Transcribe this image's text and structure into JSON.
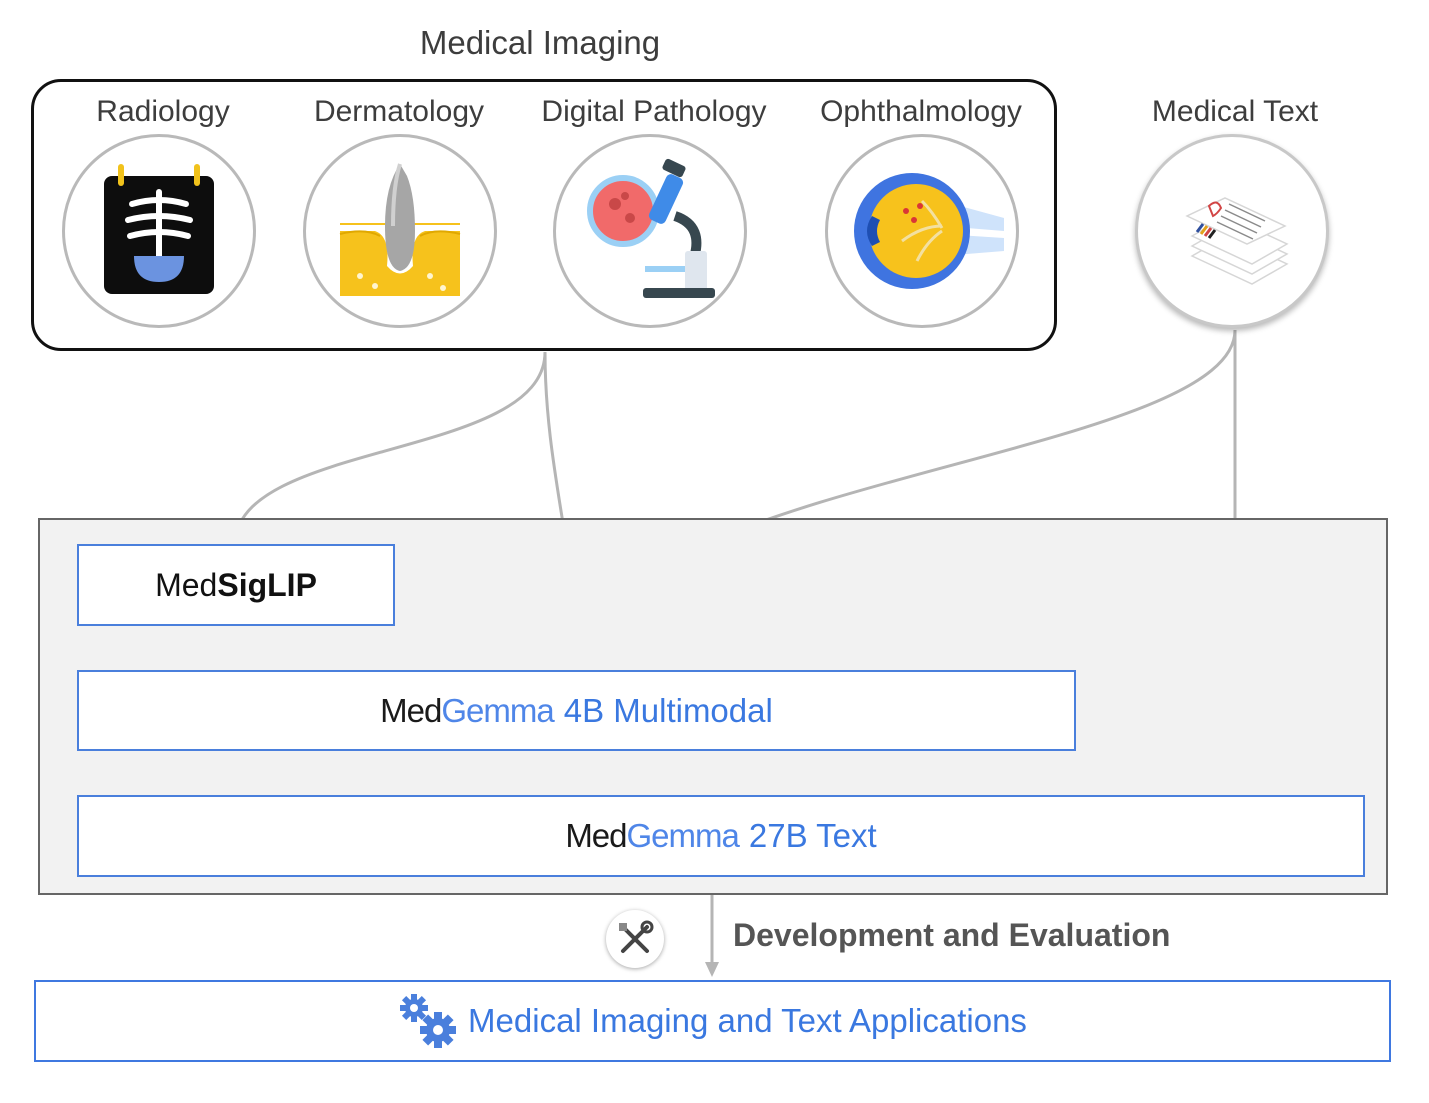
{
  "title": "Medical Imaging",
  "imaging_categories": [
    {
      "label": "Radiology",
      "icon": "xray-icon"
    },
    {
      "label": "Dermatology",
      "icon": "skin-icon"
    },
    {
      "label": "Digital Pathology",
      "icon": "microscope-icon"
    },
    {
      "label": "Ophthalmology",
      "icon": "eye-icon"
    }
  ],
  "text_source": {
    "label": "Medical Text",
    "icon": "documents-icon"
  },
  "models": {
    "siglip": {
      "prefix": "Med",
      "bold": "SigLIP"
    },
    "gemma4b": {
      "prefix": "Med",
      "brand": "Gemma",
      "suffix": "4B Multimodal"
    },
    "gemma27b": {
      "prefix": "Med",
      "brand": "Gemma",
      "suffix": "27B Text"
    }
  },
  "development": {
    "label": "Development and Evaluation",
    "icon": "tools-icon"
  },
  "applications": {
    "label": "Medical Imaging and Text Applications",
    "icon": "gears-icon"
  },
  "colors": {
    "accent_blue": "#3a78e0",
    "brand_blue": "#4f86e8",
    "line_gray": "#b5b5b5",
    "panel_gray": "#f2f2f2"
  }
}
